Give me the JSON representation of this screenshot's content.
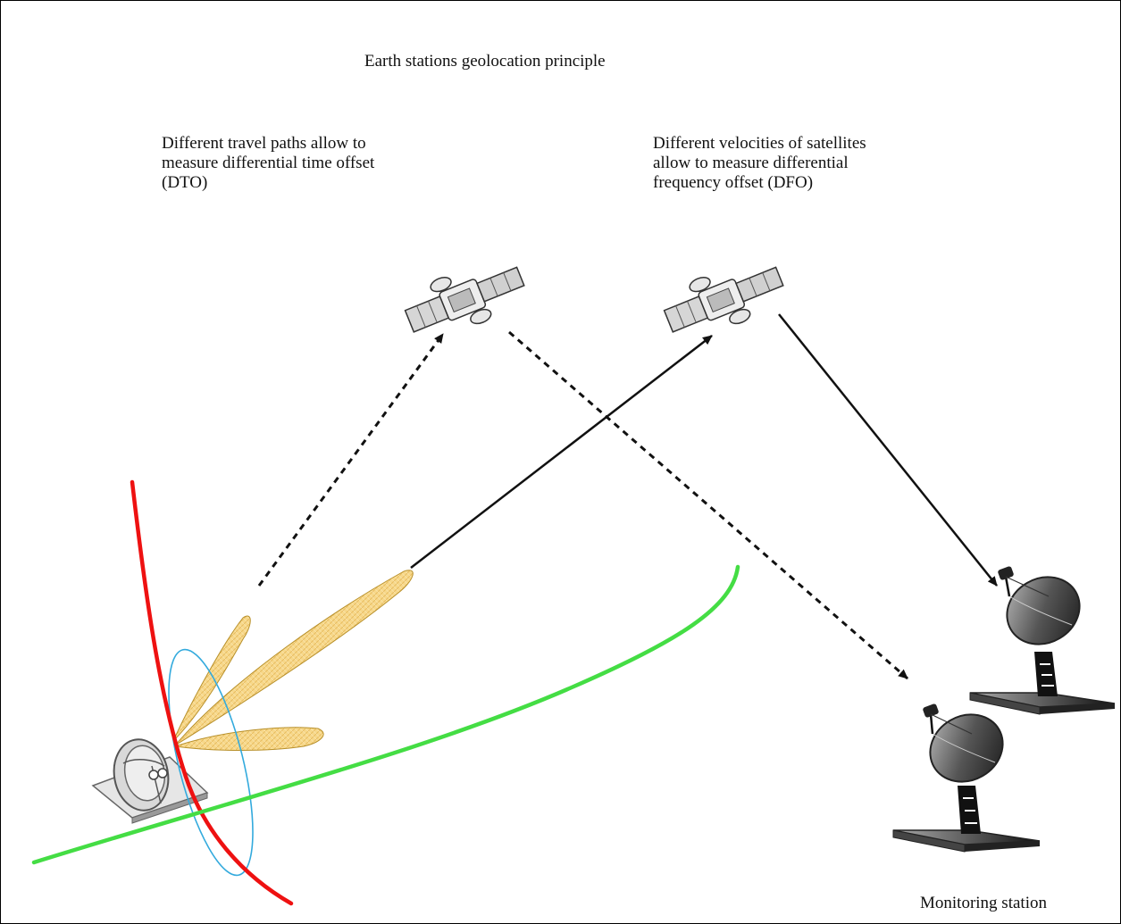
{
  "title": "Earth stations geolocation principle",
  "dto_note": {
    "lines": [
      "Different travel paths allow to",
      "measure differential time offset",
      "(DTO)"
    ]
  },
  "dfo_note": {
    "lines": [
      "Different velocities of satellites",
      "allow to measure differential",
      "frequency offset (DFO)"
    ]
  },
  "monitoring_label": "Monitoring station",
  "colors": {
    "dto_curve": "#ee1111",
    "dfo_curve": "#44dd44",
    "ellipse": "#33aadd",
    "beam_fill": "#f7d88a",
    "beam_stroke": "#b8902a",
    "arrow": "#111111"
  },
  "icons": {
    "satellite": "satellite-icon",
    "dish": "dish-antenna-icon"
  }
}
